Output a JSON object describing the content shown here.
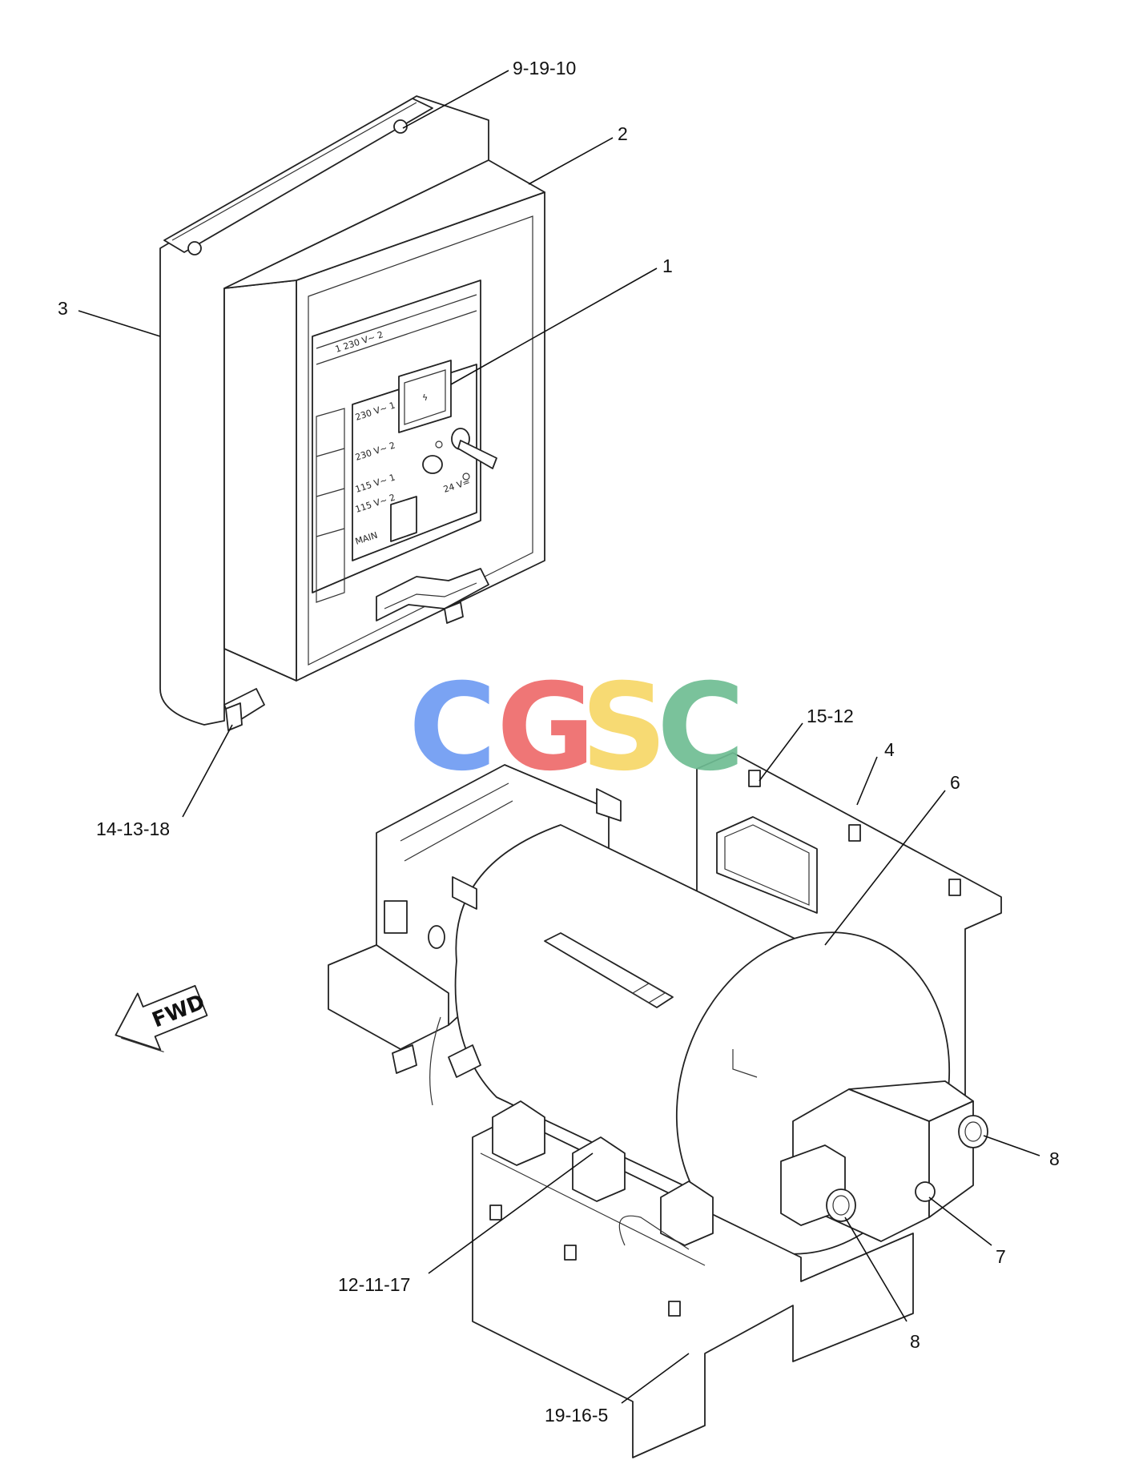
{
  "watermark": {
    "letters": [
      "C",
      "G",
      "S",
      "C"
    ],
    "colors": [
      "#6f9cf3",
      "#ee6b6b",
      "#f7d768",
      "#6fbd93"
    ]
  },
  "callouts": {
    "c_9_19_10": "9-19-10",
    "c_2": "2",
    "c_1": "1",
    "c_3": "3",
    "c_14_13_18": "14-13-18",
    "c_15_12": "15-12",
    "c_4": "4",
    "c_6": "6",
    "c_8_right": "8",
    "c_7": "7",
    "c_8_bottom": "8",
    "c_12_11_17": "12-11-17",
    "c_19_16_5": "19-16-5"
  },
  "fwd_arrow": {
    "label": "FWD"
  },
  "panel_labels": {
    "top_row": "1  230 V~ 2",
    "row1": "230 V~ 1",
    "row2": "230 V~ 2",
    "row3": "115 V~ 1",
    "row4": "115 V~ 2",
    "row5": "MAIN",
    "dc": "24 V="
  }
}
